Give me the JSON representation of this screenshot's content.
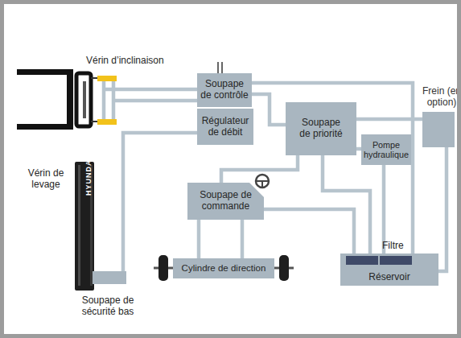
{
  "diagram": {
    "nodes": [
      {
        "text": [
          "Soupape de contrôle"
        ]
      },
      {
        "text": [
          "Régulateur de débit"
        ]
      },
      {
        "text": [
          "Soupape de priorité"
        ]
      },
      {
        "text": [
          "Pompe hydraulique"
        ]
      },
      {
        "text": [
          "Soupape de commande"
        ]
      },
      {
        "text": [
          "Cylindre de direction"
        ]
      },
      {
        "text": [
          "Réservoir"
        ]
      },
      {
        "text": [
          "Frein (en option)"
        ]
      }
    ],
    "edges": [
      {
        "from": 0,
        "to": 2,
        "arrow": "none"
      },
      {
        "from": 0,
        "to": 6,
        "arrow": "none"
      },
      {
        "from": 2,
        "to": 7,
        "arrow": "none"
      },
      {
        "from": 7,
        "to": 6,
        "arrow": "none"
      },
      {
        "from": 2,
        "to": 3,
        "arrow": "none"
      },
      {
        "from": 3,
        "to": 6,
        "arrow": "none"
      },
      {
        "from": 2,
        "to": 4,
        "arrow": "none"
      },
      {
        "from": 4,
        "to": 5,
        "arrow": "none"
      },
      {
        "from": 4,
        "to": 5,
        "arrow": "none"
      },
      {
        "from": 4,
        "to": 6,
        "arrow": "none"
      },
      {
        "from": 2,
        "to": 6,
        "arrow": "none"
      }
    ],
    "labels": [
      "Vérin d’inclinaison",
      "Vérin de levage",
      "HYUNDAI",
      "Filtre",
      "Soupape de sécurité bas"
    ]
  }
}
